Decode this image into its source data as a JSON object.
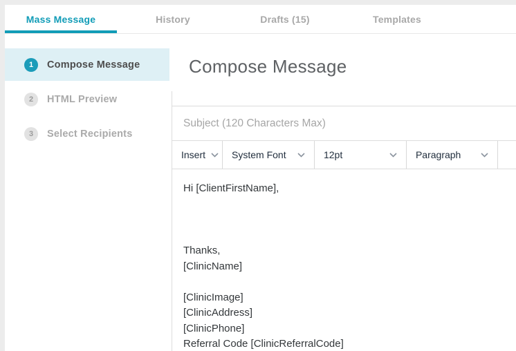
{
  "colors": {
    "accent_teal": "#119cb7",
    "active_step_bg": "#def0f5",
    "inactive_gray": "#a8a8a8",
    "border": "#dcdcdc",
    "toolbar_text": "#222f3e"
  },
  "tabs": {
    "items": [
      {
        "label": "Mass Message",
        "active": true
      },
      {
        "label": "History",
        "active": false
      },
      {
        "label": "Drafts (15)",
        "active": false
      },
      {
        "label": "Templates",
        "active": false
      }
    ]
  },
  "sidebar": {
    "steps": [
      {
        "number": "1",
        "label": "Compose Message",
        "active": true
      },
      {
        "number": "2",
        "label": "HTML Preview",
        "active": false
      },
      {
        "number": "3",
        "label": "Select Recipients",
        "active": false
      }
    ]
  },
  "main": {
    "title": "Compose Message",
    "subject": {
      "value": "",
      "placeholder": "Subject (120 Characters Max)"
    },
    "toolbar": {
      "insert_label": "Insert",
      "font_label": "System Font",
      "size_label": "12pt",
      "block_label": "Paragraph",
      "chevron_icon": "chevron-down"
    },
    "editor_lines": [
      "Hi [ClientFirstName],",
      "",
      "",
      "",
      "Thanks,",
      "[ClinicName]",
      "",
      "[ClinicImage]",
      "[ClinicAddress]",
      "[ClinicPhone]",
      "Referral Code [ClinicReferralCode]"
    ]
  }
}
